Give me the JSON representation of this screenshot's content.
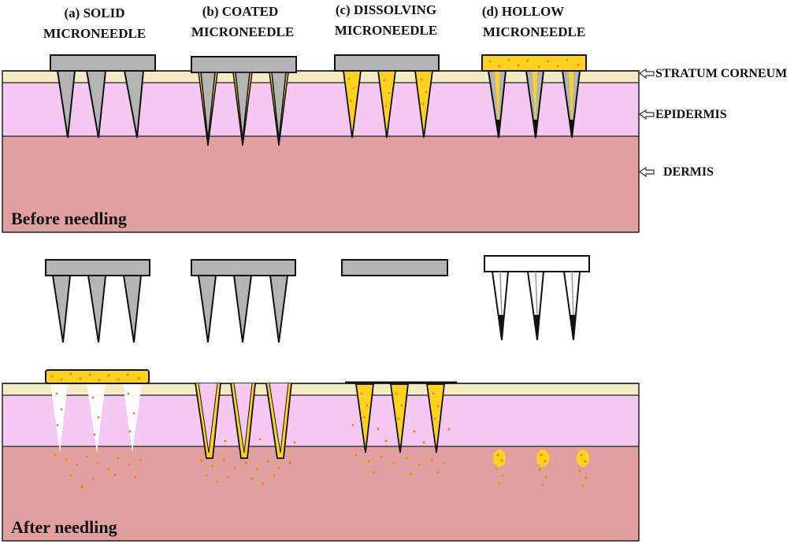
{
  "columns": [
    {
      "line1": "(a) SOLID",
      "line2": "MICRONEEDLE"
    },
    {
      "line1": "(b) COATED",
      "line2": "MICRONEEDLE"
    },
    {
      "line1": "(c) DISSOLVING",
      "line2": "MICRONEEDLE"
    },
    {
      "line1": "(d) HOLLOW",
      "line2": "MICRONEEDLE"
    }
  ],
  "layers": {
    "stratum_corneum": "STRATUM CORNEUM",
    "epidermis": "EPIDERMIS",
    "dermis": "DERMIS"
  },
  "phases": {
    "before": "Before needling",
    "after": "After needling"
  },
  "colors": {
    "stratum": "#f3ebc4",
    "epidermis": "#f4c8f0",
    "dermis": "#e0a0a0",
    "needle_gray": "#b4b4b4",
    "drug_yellow": "#ffd21e",
    "particle": "#f08a1e",
    "outline": "#111111"
  }
}
